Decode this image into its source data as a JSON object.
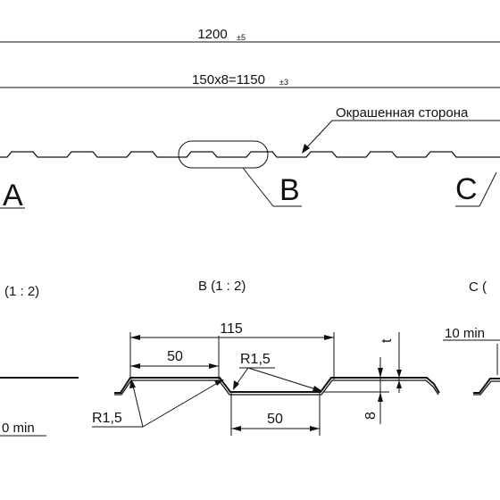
{
  "dimensions": {
    "overall_width": "1200",
    "overall_tol": "±5",
    "pitch_total": "150x8=1150",
    "pitch_tol": "±3",
    "top_width": "115",
    "flange_left": "50",
    "groove_bottom": "50",
    "radius_top": "R1,5",
    "radius_bottom": "R1,5",
    "min_left": "0 min",
    "min_right": "10 min",
    "thickness": "t",
    "height": "8"
  },
  "labels": {
    "painted_side": "Окрашенная сторона",
    "callout_a": "A",
    "callout_b": "B",
    "callout_c": "C",
    "detail_a": "(1 : 2)",
    "detail_b": "B  (1 : 2)",
    "detail_c": "C  ("
  },
  "colors": {
    "line": "#111111",
    "background": "#ffffff"
  }
}
